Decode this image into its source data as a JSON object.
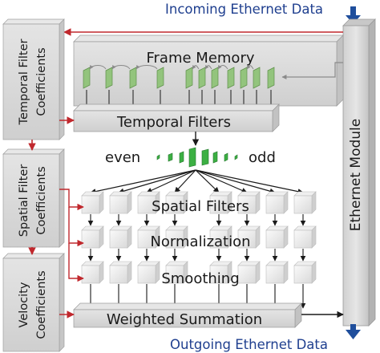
{
  "header": {
    "incoming": "Incoming Ethernet Data"
  },
  "footer": {
    "outgoing": "Outgoing Ethernet Data"
  },
  "ethernet_module": {
    "label": "Ethernet Module"
  },
  "coefficients": {
    "temporal": [
      "Temporal Filter",
      "Coefficients"
    ],
    "spatial": [
      "Spatial Filter",
      "Coefficients"
    ],
    "velocity": [
      "Velocity",
      "Coefficients"
    ]
  },
  "stages": {
    "frame_memory": "Frame Memory",
    "temporal_filters": "Temporal Filters",
    "spatial_filters": "Spatial Filters",
    "normalization": "Normalization",
    "smoothing": "Smoothing",
    "weighted_summation": "Weighted Summation"
  },
  "parity": {
    "even": "even",
    "odd": "odd"
  },
  "colors": {
    "panel": "#dcdcdc",
    "panel_edge": "#9a9a9a",
    "frame_green": "#93c47d",
    "filter_green": "#3cb043",
    "arrow_dark": "#1a1a1a",
    "arrow_red": "#c0282d",
    "arrow_blue": "#1f4e9c"
  }
}
